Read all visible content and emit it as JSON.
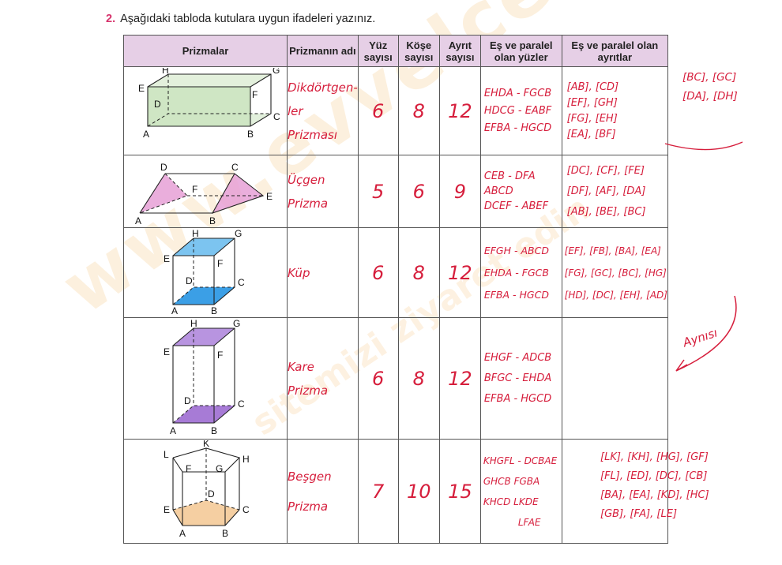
{
  "question": {
    "number": "2.",
    "text": "Aşağıdaki tabloda kutulara uygun ifadeleri yazınız."
  },
  "watermark": {
    "main": "www.evvelcevap.com",
    "sub": "sitemizi ziyaret edin"
  },
  "headers": {
    "prizmalar": "Prizmalar",
    "prizmanin_adi": "Prizmanın adı",
    "yuz_sayisi": "Yüz sayısı",
    "kose_sayisi": "Köşe sayısı",
    "ayrit_sayisi": "Ayrıt sayısı",
    "es_paralel_yuzler": "Eş ve paralel olan yüzler",
    "es_paralel_ayritlar": "Eş ve paralel olan ayrıtlar"
  },
  "rows": [
    {
      "name_line1": "Dikdörtgen-",
      "name_line2": "ler",
      "name_line3": "Prizması",
      "yuz": "6",
      "kose": "8",
      "ayrit": "12",
      "faces": [
        "EHDA - FGCB",
        "HDCG - EABF",
        "EFBA - HGCD"
      ],
      "edges": [
        "[AB], [CD]",
        "[EF], [GH]",
        "[FG], [EH]",
        "[EA], [BF]"
      ],
      "side_edges": [
        "[BC], [GC]",
        "[DA], [DH]"
      ],
      "labels": {
        "H": "H",
        "G": "G",
        "E": "E",
        "F": "F",
        "D": "D",
        "C": "C",
        "A": "A",
        "B": "B"
      }
    },
    {
      "name_line1": "Üçgen",
      "name_line2": "Prizma",
      "yuz": "5",
      "kose": "6",
      "ayrit": "9",
      "faces": [
        "CEB - DFA",
        "ABCD",
        "DCEF - ABEF"
      ],
      "edges": [
        "[DC], [CF], [FE]",
        "[DF], [AF], [DA]",
        "[AB], [BE], [BC]"
      ],
      "labels": {
        "D": "D",
        "C": "C",
        "F": "F",
        "E": "E",
        "A": "A",
        "B": "B"
      }
    },
    {
      "name_line1": "Küp",
      "yuz": "6",
      "kose": "8",
      "ayrit": "12",
      "faces": [
        "EFGH - ABCD",
        "EHDA - FGCB",
        "EFBA - HGCD"
      ],
      "edges": [
        "[EF], [FB], [BA], [EA]",
        "[FG], [GC], [BC], [HG]",
        "[HD], [DC], [EH], [AD]"
      ],
      "labels": {
        "H": "H",
        "G": "G",
        "E": "E",
        "F": "F",
        "D": "D",
        "C": "C",
        "A": "A",
        "B": "B"
      }
    },
    {
      "name_line1": "Kare",
      "name_line2": "Prizma",
      "yuz": "6",
      "kose": "8",
      "ayrit": "12",
      "faces": [
        "EHGF - ADCB",
        "BFGC - EHDA",
        "EFBA - HGCD"
      ],
      "edges": [],
      "side_note": "Aynısı",
      "labels": {
        "H": "H",
        "G": "G",
        "E": "E",
        "F": "F",
        "D": "D",
        "C": "C",
        "A": "A",
        "B": "B"
      }
    },
    {
      "name_line1": "Beşgen",
      "name_line2": "Prizma",
      "yuz": "7",
      "kose": "10",
      "ayrit": "15",
      "faces": [
        "KHGFL - DCBAE",
        "GHCB   FGBA",
        "KHCD   LKDE",
        "LFAE"
      ],
      "edges": [
        "[LK], [KH], [HG], [GF]",
        "[FL], [ED], [DC], [CB]",
        "[BA], [EA], [KD], [HC]",
        "[GB], [FA], [LE]"
      ],
      "labels": {
        "K": "K",
        "L": "L",
        "H": "H",
        "F": "F",
        "G": "G",
        "D": "D",
        "E": "E",
        "C": "C",
        "A": "A",
        "B": "B"
      }
    }
  ]
}
